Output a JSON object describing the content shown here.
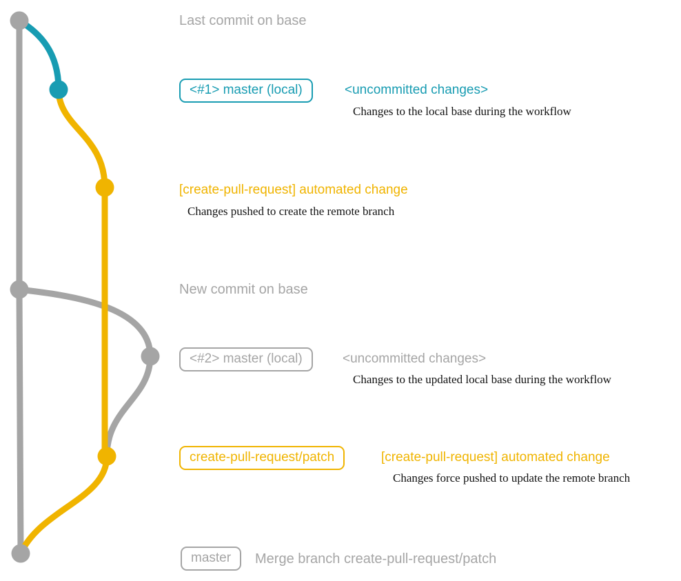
{
  "colors": {
    "base": "#a5a5a5",
    "local": "#189cb2",
    "patch": "#f0b400",
    "ink": "#111111",
    "bg": "#ffffff"
  },
  "graph": {
    "branches": [
      {
        "name": "base",
        "color": "#a5a5a5"
      },
      {
        "name": "master (local)",
        "color": "#189cb2"
      },
      {
        "name": "create-pull-request/patch",
        "color": "#f0b400"
      }
    ],
    "commit_count": 7
  },
  "rows": {
    "top": {
      "label": "Last commit on base"
    },
    "r1": {
      "badge": "<#1> master (local)",
      "status": "<uncommitted changes>",
      "desc": "Changes to the local base during the workflow"
    },
    "r2": {
      "title": "[create-pull-request] automated change",
      "desc": "Changes pushed to create the remote branch"
    },
    "mid": {
      "label": "New commit on base"
    },
    "r3": {
      "badge": "<#2> master (local)",
      "status": "<uncommitted changes>",
      "desc": "Changes to the updated local base during the workflow"
    },
    "r4": {
      "badge": "create-pull-request/patch",
      "title": "[create-pull-request] automated change",
      "desc": "Changes force pushed to update the remote branch"
    },
    "r5": {
      "badge": "master",
      "label": "Merge branch create-pull-request/patch"
    }
  }
}
